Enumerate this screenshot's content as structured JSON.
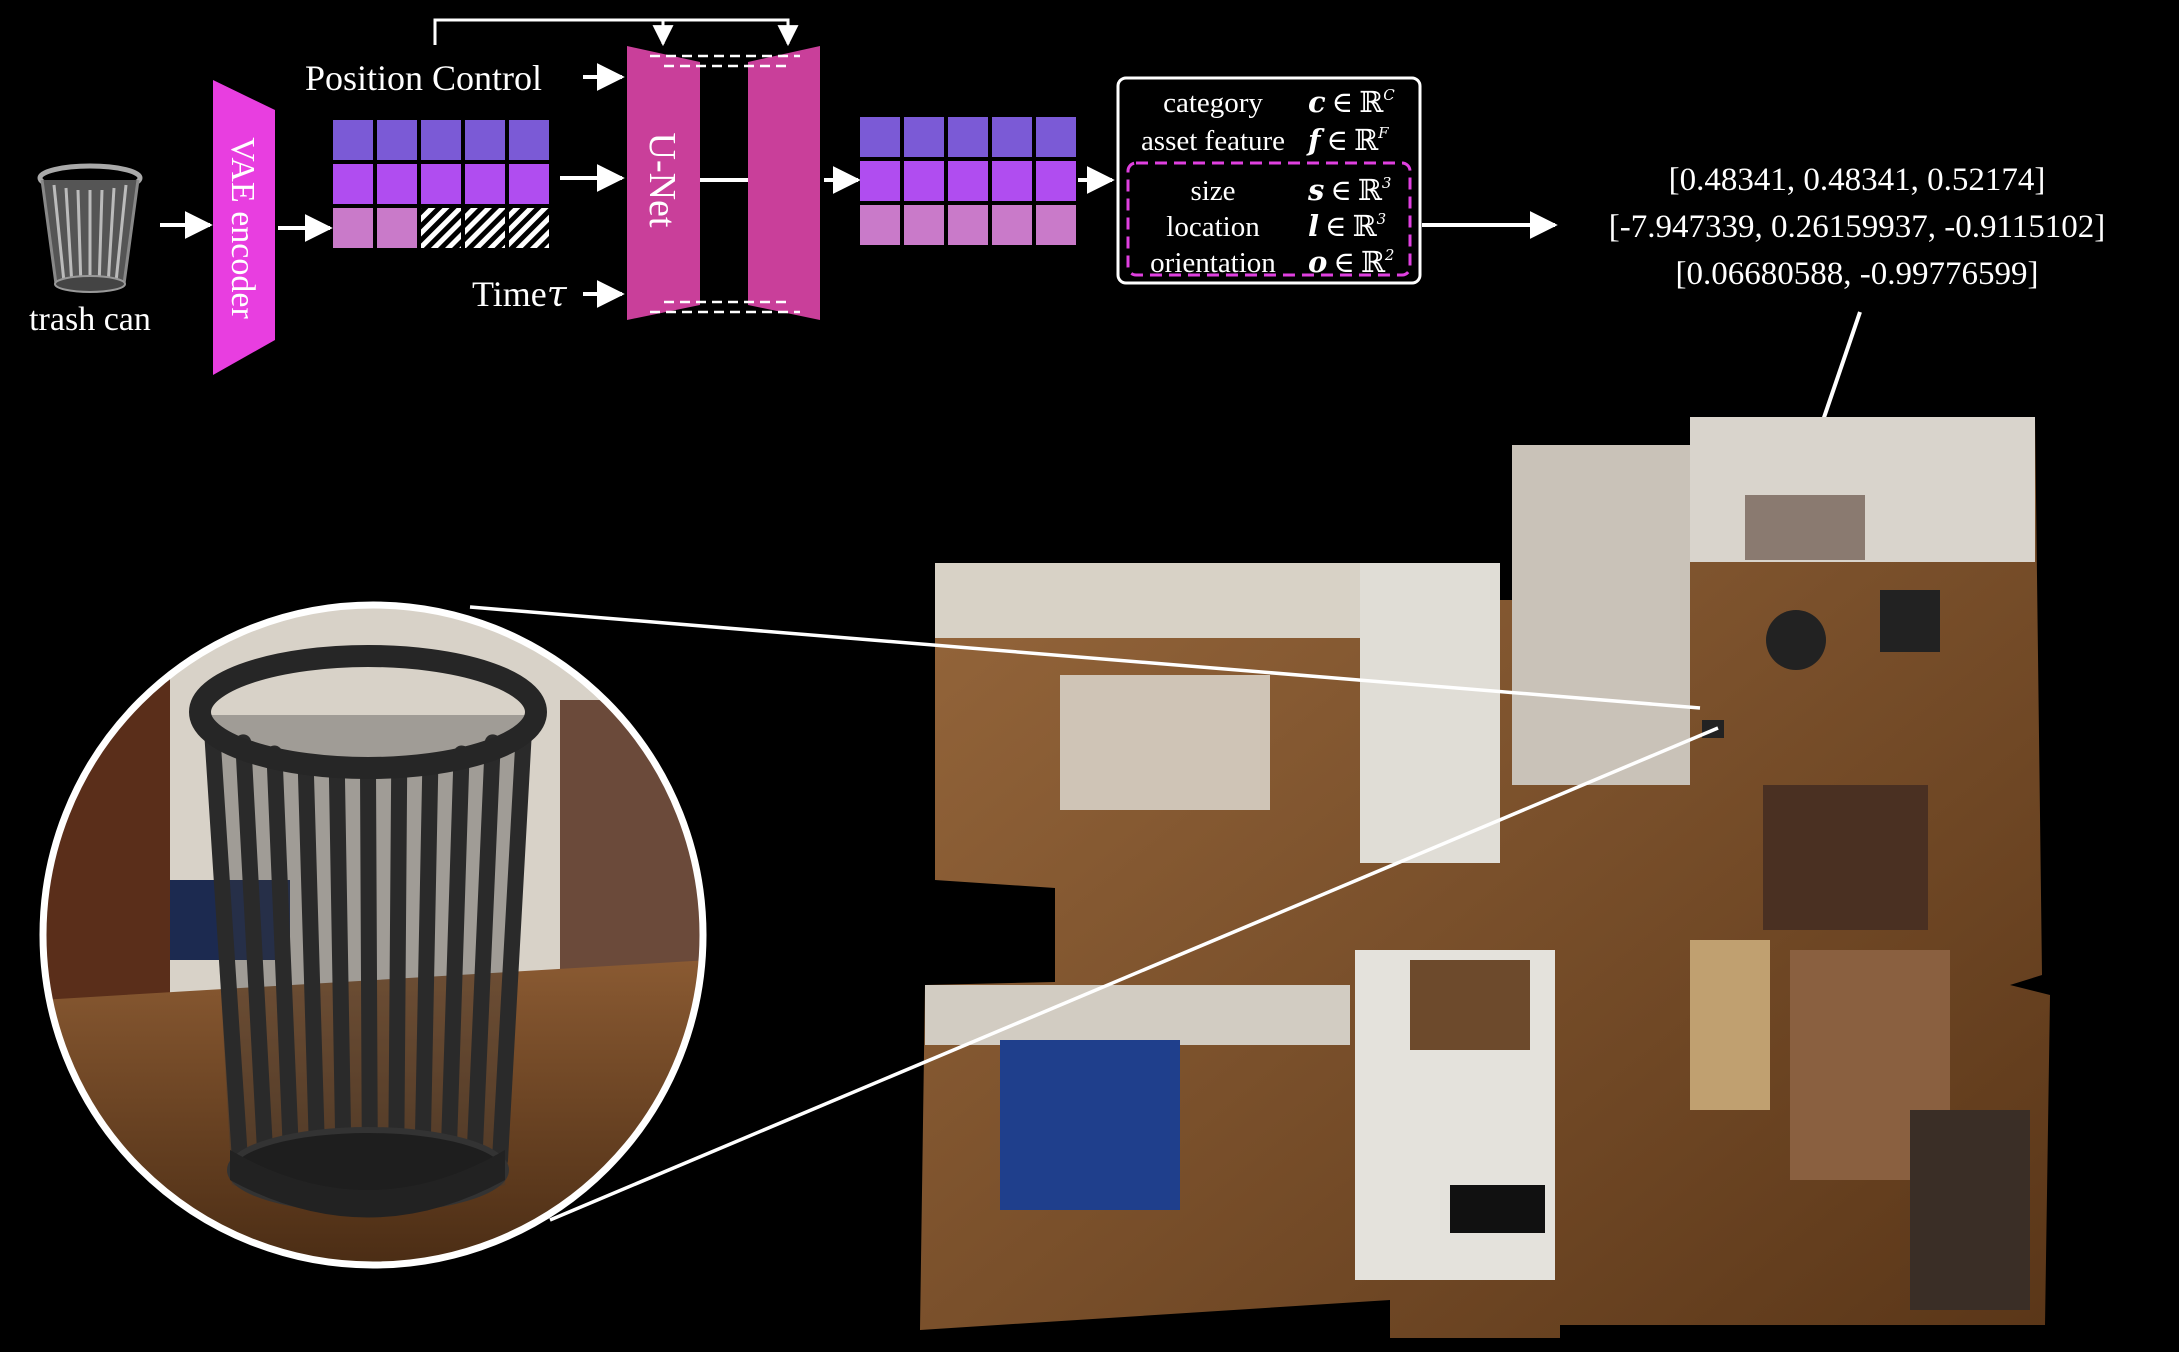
{
  "diagram": {
    "input_label": "trash can",
    "encoder_label": "VAE encoder",
    "position_control_label": "Position Control",
    "time_label": "Time",
    "time_symbol": "τ",
    "unet_label": "U-Net",
    "attributes": [
      {
        "name": "category",
        "symbol": "c",
        "space": "ℝ",
        "sup": "C"
      },
      {
        "name": "asset feature",
        "symbol": "f",
        "space": "ℝ",
        "sup": "F"
      },
      {
        "name": "size",
        "symbol": "s",
        "space": "ℝ",
        "sup": "3"
      },
      {
        "name": "location",
        "symbol": "l",
        "space": "ℝ",
        "sup": "3"
      },
      {
        "name": "orientation",
        "symbol": "o",
        "space": "ℝ",
        "sup": "2"
      }
    ],
    "output_values": [
      "[0.48341, 0.48341, 0.52174]",
      "[-7.947339, 0.26159937, -0.9115102]",
      "[0.06680588, -0.99776599]"
    ],
    "colors": {
      "encoder": "#e83ee0",
      "unet": "#c93f9a",
      "token_row1": "#7b5ad6",
      "token_row2": "#b04df0",
      "token_row3": "#c97ac9",
      "dashed_box": "#e040e0"
    }
  }
}
